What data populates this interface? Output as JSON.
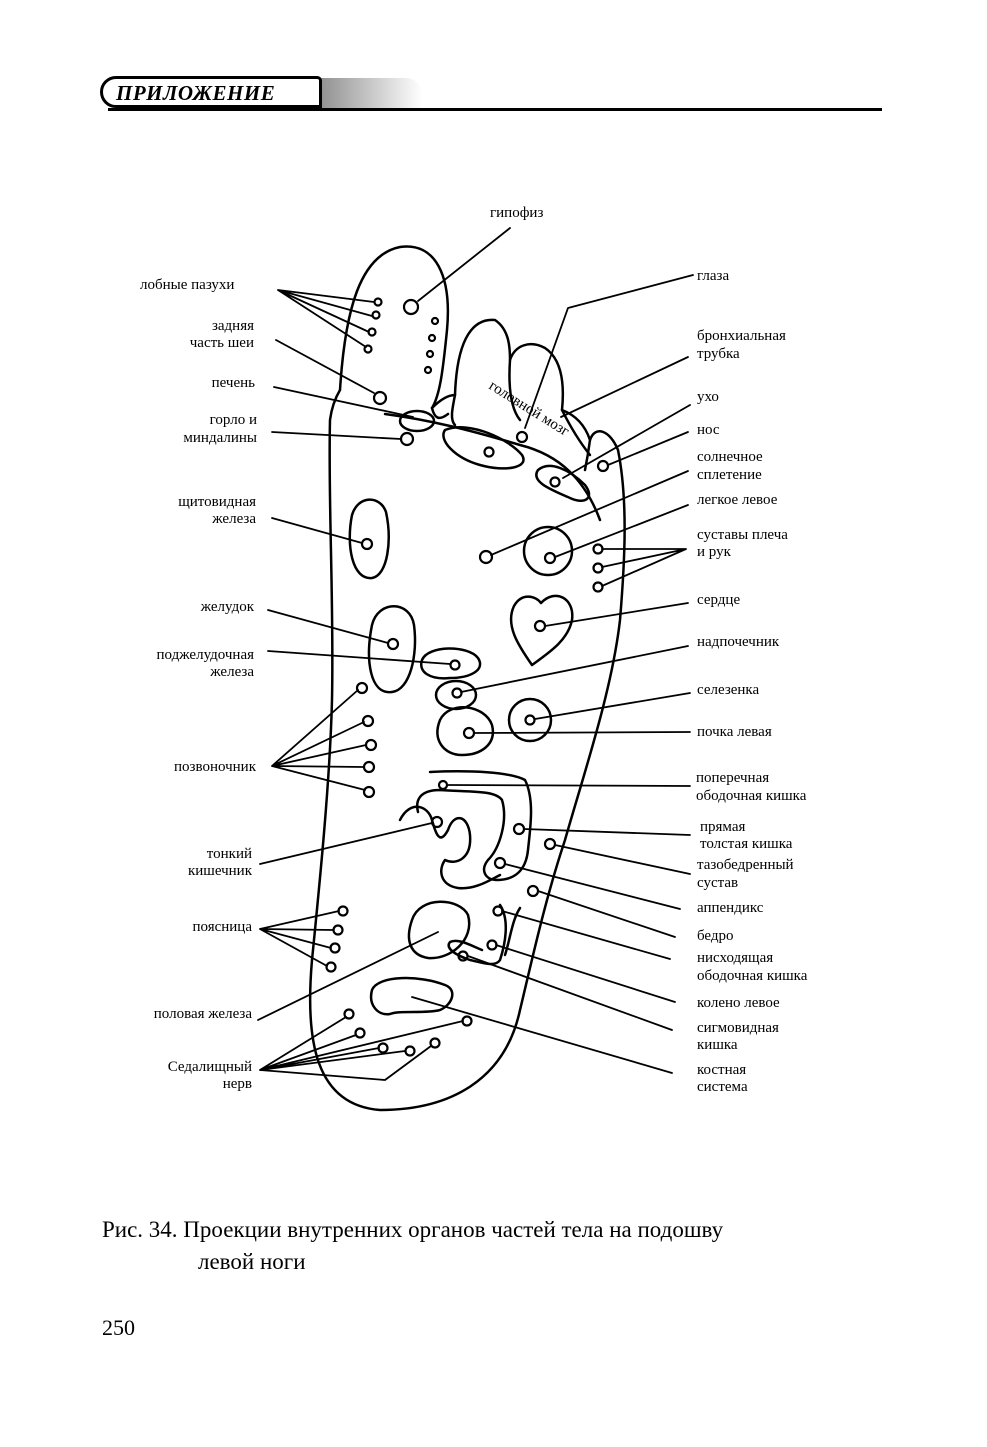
{
  "header": {
    "title": "ПРИЛОЖЕНИЕ"
  },
  "diagram": {
    "brain_label": "головной мозг",
    "left_labels": {
      "frontal_sinuses": "лобные пазухи",
      "neck_back_1": "задняя",
      "neck_back_2": "часть шеи",
      "liver": "печень",
      "throat_1": "горло и",
      "throat_2": "миндалины",
      "thyroid_1": "щитовидная",
      "thyroid_2": "железа",
      "stomach": "желудок",
      "pancreas_1": "поджелудочная",
      "pancreas_2": "железа",
      "spine": "позвоночник",
      "small_intestine_1": "тонкий",
      "small_intestine_2": "кишечник",
      "lumbar": "поясница",
      "gonad": "половая железа",
      "sciatic_1": "Седалищный",
      "sciatic_2": "нерв"
    },
    "top_label": {
      "pituitary": "гипофиз"
    },
    "right_labels": {
      "eyes": "глаза",
      "bronchi_1": "бронхиальная",
      "bronchi_2": "трубка",
      "ear": "ухо",
      "nose": "нос",
      "solar_1": "солнечное",
      "solar_2": "сплетение",
      "lung": "легкое левое",
      "shoulder_1": "суставы плеча",
      "shoulder_2": "и рук",
      "heart": "сердце",
      "adrenal": "надпочечник",
      "spleen": "селезенка",
      "kidney": "почка левая",
      "transverse_1": "поперечная",
      "transverse_2": "ободочная кишка",
      "rectum_1": "прямая",
      "rectum_2": "толстая кишка",
      "hip_1": "тазобедренный",
      "hip_2": "сустав",
      "appendix": "аппендикс",
      "thigh": "бедро",
      "descending_1": "нисходящая",
      "descending_2": "ободочная кишка",
      "knee": "колено левое",
      "sigmoid_1": "сигмовидная",
      "sigmoid_2": "кишка",
      "bone_1": "костная",
      "bone_2": "система"
    }
  },
  "caption": {
    "line1": "Рис. 34. Проекции внутренних органов частей тела на подошву",
    "line2": "левой ноги"
  },
  "page_number": "250"
}
